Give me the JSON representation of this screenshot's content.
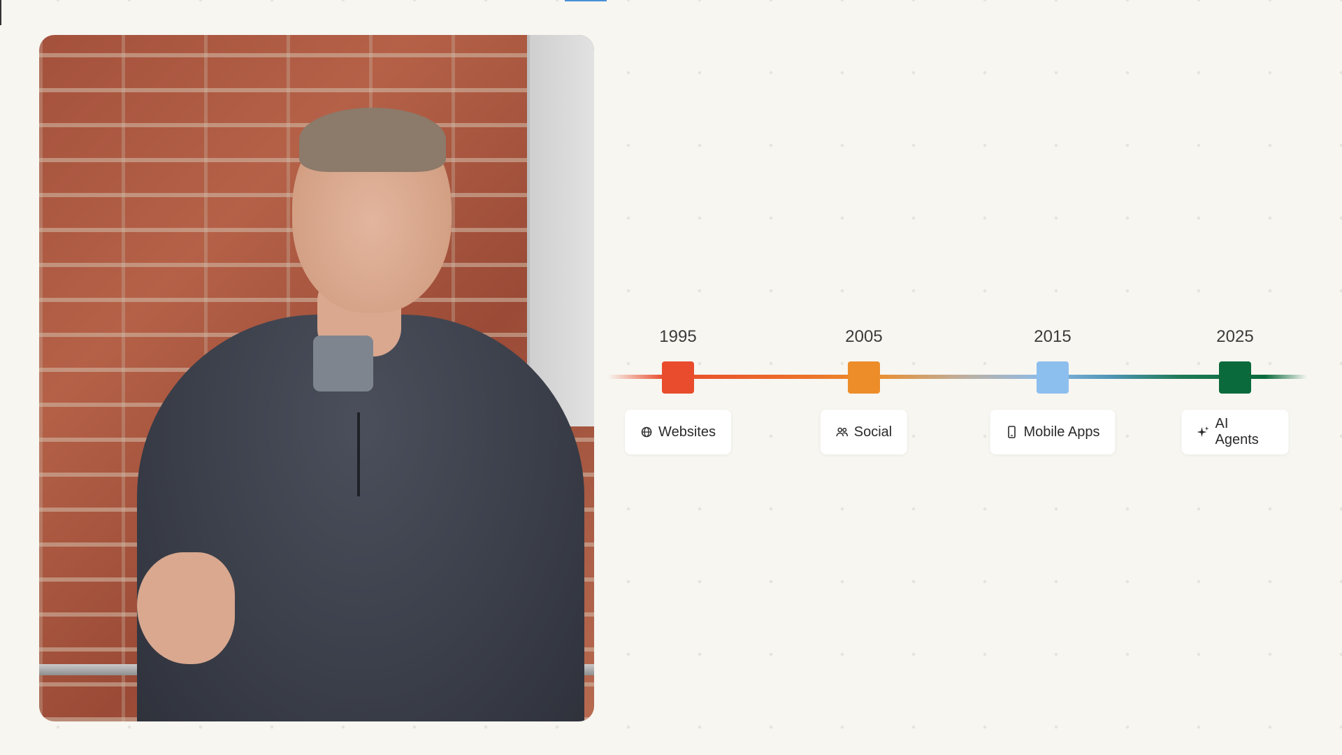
{
  "timeline": {
    "milestones": [
      {
        "year": "1995",
        "label": "Websites",
        "icon": "globe-icon",
        "color": "#e84c2c"
      },
      {
        "year": "2005",
        "label": "Social",
        "icon": "people-icon",
        "color": "#ec8d2a"
      },
      {
        "year": "2015",
        "label": "Mobile Apps",
        "icon": "phone-icon",
        "color": "#8dbfee"
      },
      {
        "year": "2025",
        "label": "AI Agents",
        "icon": "sparkle-icon",
        "color": "#0a6a3c"
      }
    ]
  }
}
